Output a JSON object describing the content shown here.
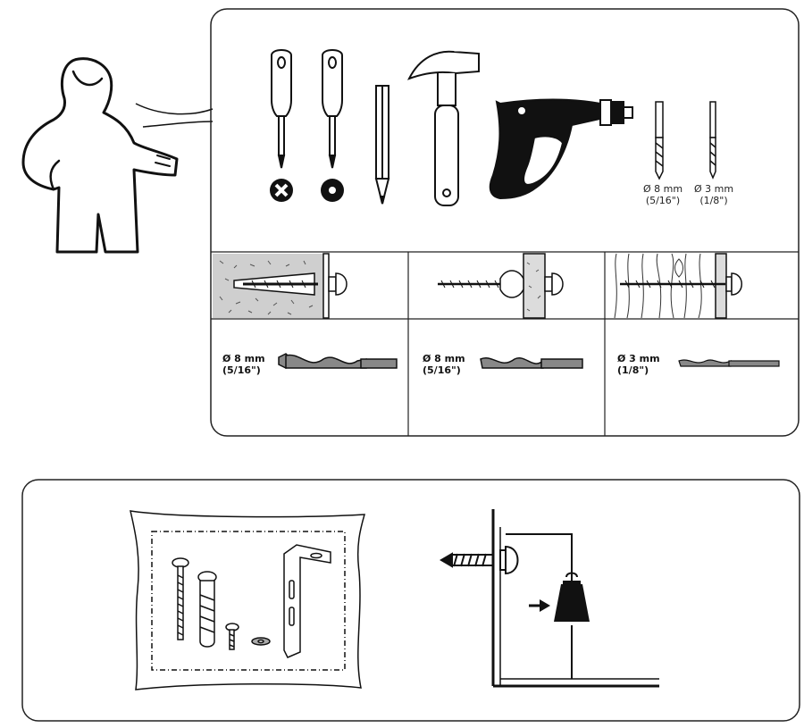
{
  "drill_bits": {
    "bit_8mm": {
      "size": "Ø 8 mm",
      "inch": "(5/16\")"
    },
    "bit_3mm": {
      "size": "Ø 3 mm",
      "inch": "(1/8\")"
    }
  },
  "wall_types": {
    "concrete": {
      "size": "Ø 8 mm",
      "inch": "(5/16\")"
    },
    "hollow_wall": {
      "size": "Ø 8 mm",
      "inch": "(5/16\")"
    },
    "wood": {
      "size": "Ø 3 mm",
      "inch": "(1/8\")"
    }
  }
}
